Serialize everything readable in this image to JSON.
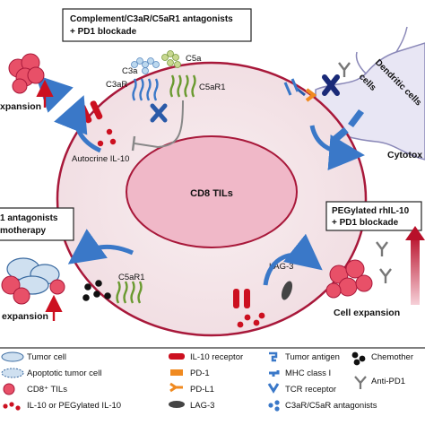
{
  "cell": {
    "center_label": "CD8 TILs"
  },
  "boxes": {
    "top": {
      "line1": "Complement/C3aR/C5aR1 antagonists",
      "line2": "+ PD1 blockade"
    },
    "left": {
      "line1": "1 antagonists",
      "line2": "motherapy"
    },
    "right": {
      "line1": "PEGylated rhIL-10",
      "line2": "+ PD1 blockade"
    }
  },
  "labels": {
    "c3a": "C3a",
    "c5a": "C5a",
    "c3ar": "C3aR",
    "c5ar1_top": "C5aR1",
    "c5ar1_bottom": "C5aR1",
    "autocrine": "Autocrine IL-10",
    "lag3": "LAG-3",
    "expansion_top_left": "xpansion",
    "expansion_bottom_left": "expansion",
    "cell_expansion": "Cell expansion",
    "dendritic_1": "Dendritic cells",
    "dendritic_2": "cells",
    "cytotox": "Cytotox"
  },
  "legend": {
    "col1": [
      "Tumor cell",
      "Apoptotic tumor cell",
      "CD8⁺ TILs",
      "IL-10 or PEGylated IL-10"
    ],
    "col2": [
      "IL-10 receptor",
      "PD-1",
      "PD-L1",
      "LAG-3"
    ],
    "col3": [
      "Tumor antigen",
      "MHC class I",
      "TCR receptor",
      "C3aR/C5aR antagonists"
    ],
    "col4": [
      "Chemother",
      "Anti-PD1"
    ]
  },
  "colors": {
    "cell_fill": "#f4e4e8",
    "cell_border": "#a8183a",
    "nucleus_fill": "#f0b8c8",
    "il10_red": "#cc1020",
    "blue_arrow": "#3a78c8",
    "pd1_orange": "#f08a20",
    "antagonist_blue": "#2a5aa8",
    "dendritic_fill": "#e8e6f4"
  }
}
